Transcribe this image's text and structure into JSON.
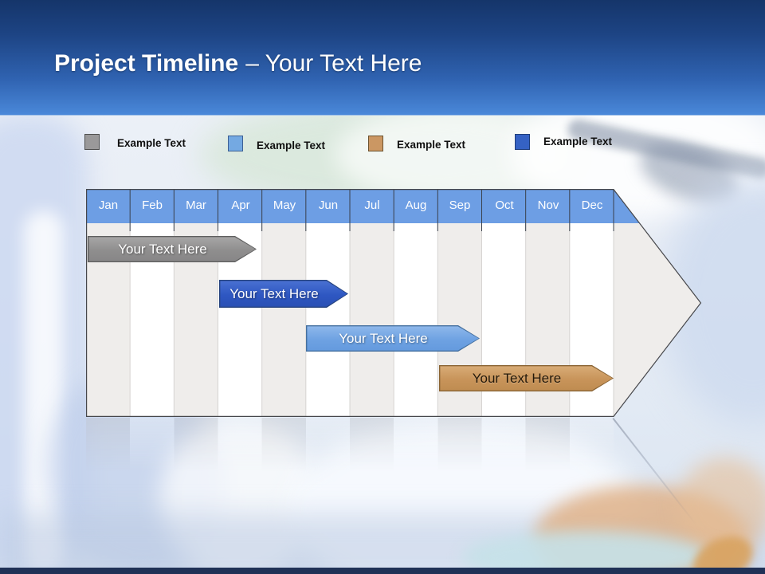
{
  "slide": {
    "title_bold": "Project Timeline",
    "title_rest": "– Your Text Here"
  },
  "legend": {
    "items": [
      {
        "label": "Example Text",
        "color": "#9a999a"
      },
      {
        "label": "Example Text",
        "color": "#74a9e2"
      },
      {
        "label": "Example Text",
        "color": "#cb9763"
      },
      {
        "label": "Example Text",
        "color": "#3562c4"
      }
    ]
  },
  "chart_data": {
    "type": "bar",
    "subtype": "gantt-timeline",
    "title": "Project Timeline – Your Text Here",
    "categories": [
      "Jan",
      "Feb",
      "Mar",
      "Apr",
      "May",
      "Jun",
      "Jul",
      "Aug",
      "Sep",
      "Oct",
      "Nov",
      "Dec"
    ],
    "xlabel": "",
    "ylabel": "",
    "grid": "alternating-month-column-stripes",
    "legend_position": "top",
    "header_color": "#6d9ee4",
    "column_stripe_colors": [
      "#efedeb",
      "#ffffff"
    ],
    "outline_color": "#46474b",
    "bars": [
      {
        "row": 1,
        "label": "Your Text Here",
        "color": "#8f8e8e",
        "start_month": 0.0,
        "end_month": 3.9
      },
      {
        "row": 2,
        "label": "Your Text Here",
        "color": "#2e57c2",
        "start_month": 3.0,
        "end_month": 6.0
      },
      {
        "row": 3,
        "label": "Your Text Here",
        "color": "#6ea2e2",
        "start_month": 5.0,
        "end_month": 9.0
      },
      {
        "row": 4,
        "label": "Your Text Here",
        "color": "#c8945a",
        "start_month": 8.0,
        "end_month": 12.0
      }
    ],
    "colors": {
      "banner_gradient_top": "#15356a",
      "banner_gradient_bottom": "#4a88d9",
      "bottom_edge_bar": "#203156"
    }
  }
}
